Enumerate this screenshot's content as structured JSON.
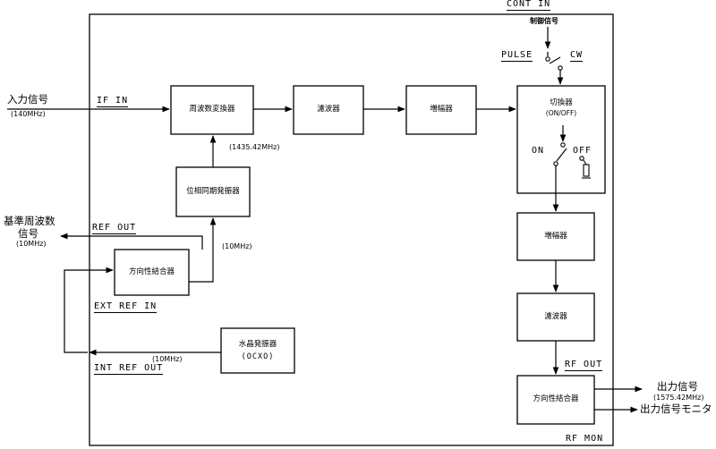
{
  "inputs": {
    "input_signal": "入力信号",
    "input_freq": "(140MHz)",
    "if_in": "IF IN",
    "ref_signal_line1": "基準周波数",
    "ref_signal_line2": "信号",
    "ref_signal_freq": "(10MHz)",
    "ref_out": "REF OUT",
    "ext_ref_in": "EXT REF IN",
    "int_ref_out": "INT REF OUT",
    "cont_in": "CONT IN",
    "control_signal": "制御信号"
  },
  "blocks": {
    "freq_converter": "周波数変換器",
    "filter1": "濾波器",
    "amp1": "増幅器",
    "switch_line1": "切換器",
    "switch_line2": "(ON/OFF)",
    "pll_osc": "位相同期発振器",
    "dir_coupler1": "方向性結合器",
    "crystal_line1": "水晶発振器",
    "crystal_line2": "(OCXO)",
    "amp2": "増幅器",
    "filter2": "濾波器",
    "dir_coupler2": "方向性結合器"
  },
  "annotations": {
    "pll_freq": "(1435.42MHz)",
    "ten_mhz_a": "(10MHz)",
    "ten_mhz_b": "(10MHz)",
    "pulse": "PULSE",
    "cw": "CW",
    "on": "ON",
    "off": "OFF",
    "rf_out": "RF OUT",
    "rf_mon": "RF MON"
  },
  "outputs": {
    "output_signal": "出力信号",
    "output_freq": "(1575.42MHz)",
    "monitor": "出力信号モニタ"
  }
}
